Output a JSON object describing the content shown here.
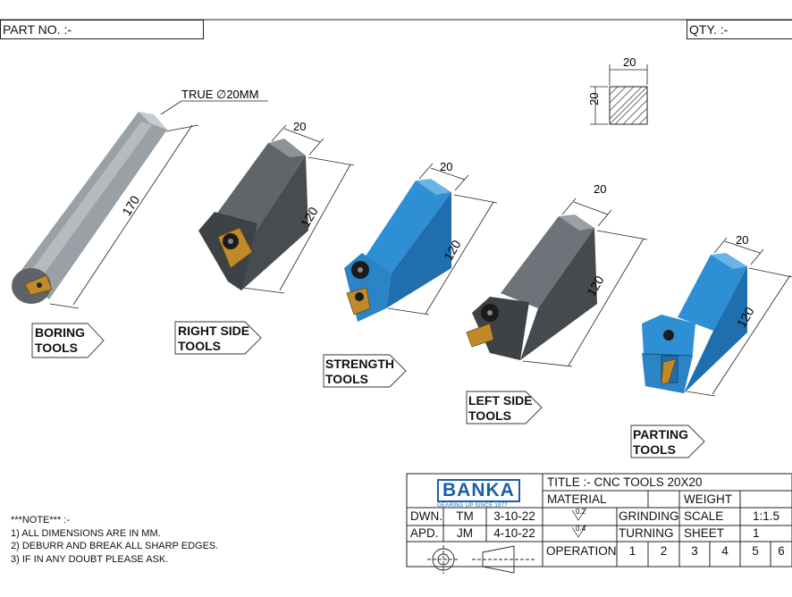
{
  "header": {
    "part_no": "PART NO. :-",
    "qty": "QTY. :-"
  },
  "section": {
    "width": "20",
    "height": "20"
  },
  "tools": [
    {
      "line1": "BORING",
      "line2": "TOOLS",
      "length": "170",
      "note": "TRUE ∅20MM"
    },
    {
      "line1": "RIGHT SIDE",
      "line2": "TOOLS",
      "length": "120",
      "width": "20"
    },
    {
      "line1": "STRENGTH",
      "line2": "TOOLS",
      "length": "120",
      "width": "20"
    },
    {
      "line1": "LEFT SIDE",
      "line2": "TOOLS",
      "length": "120",
      "width": "20"
    },
    {
      "line1": "PARTING",
      "line2": "TOOLS",
      "length": "120",
      "width": "20"
    }
  ],
  "notes": {
    "title": "***NOTE*** :-",
    "items": [
      "1)  ALL DIMENSIONS ARE IN MM.",
      "2)  DEBURR AND BREAK ALL SHARP EDGES.",
      "3)  IF IN ANY DOUBT  PLEASE  ASK."
    ]
  },
  "title_block": {
    "logo": "BANKA",
    "logo_tagline": "GEARING UP SINCE 1977",
    "title": "TITLE :-  CNC TOOLS 20X20",
    "material": "MATERIAL",
    "weight": "WEIGHT",
    "dwn": "DWN.",
    "dwn_by": "TM",
    "dwn_date": "3-10-22",
    "apd": "APD.",
    "apd_by": "JM",
    "apd_date": "4-10-22",
    "finish1": "0.2",
    "finish2": "0.4",
    "grinding": "GRINDING",
    "turning": "TURNING",
    "scale": "SCALE",
    "scale_val": "1:1.5",
    "sheet": "SHEET",
    "sheet_val": "1",
    "operation": "OPERATION",
    "ops": [
      "1",
      "2",
      "3",
      "4",
      "5",
      "6"
    ]
  },
  "colors": {
    "grey_tool": "#6d7378",
    "blue_tool": "#2f8fd4",
    "insert": "#c08a2a",
    "logo": "#1b5fa8"
  }
}
